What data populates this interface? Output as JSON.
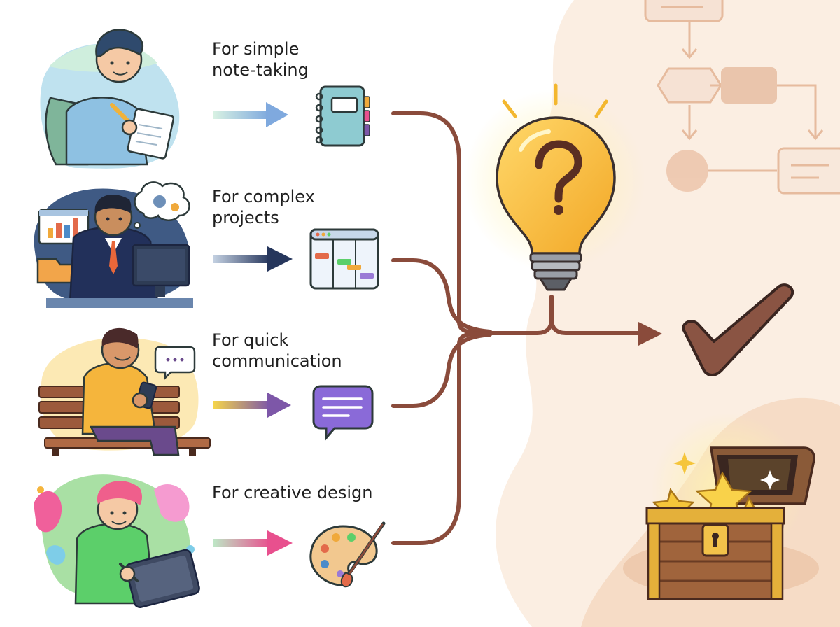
{
  "rows": [
    {
      "label": "For simple\nnote-taking",
      "tool_icon": "notebook-icon",
      "arrow_colors": [
        "#d9f2e3",
        "#7fa9de"
      ]
    },
    {
      "label": "For complex\nprojects",
      "tool_icon": "kanban-board-icon",
      "arrow_colors": [
        "#c5d2e3",
        "#26365c"
      ]
    },
    {
      "label": "For quick\ncommunication",
      "tool_icon": "chat-bubble-icon",
      "arrow_colors": [
        "#f6d64a",
        "#7d57a8"
      ]
    },
    {
      "label": "For creative design",
      "tool_icon": "paint-palette-icon",
      "arrow_colors": [
        "#bde8c6",
        "#e8508e"
      ]
    }
  ],
  "center_icon": "question-lightbulb-icon",
  "result_icon": "checkmark-icon",
  "reward_icon": "treasure-chest-icon",
  "colors": {
    "connector": "#8a4b3b",
    "bulb": "#f9c43f",
    "check": "#8a5443",
    "background_blob": "#f7e6d6",
    "flowchart": "#e6b89c"
  }
}
